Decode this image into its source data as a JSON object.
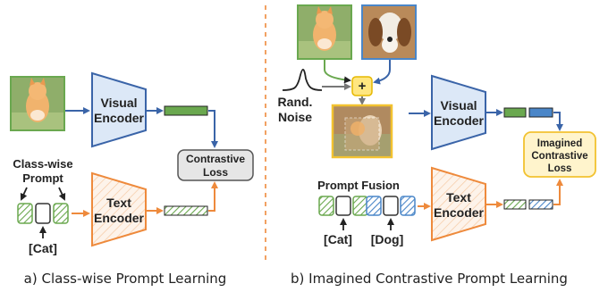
{
  "left": {
    "visual_encoder": [
      "Visual",
      "Encoder"
    ],
    "text_encoder": [
      "Text",
      "Encoder"
    ],
    "contrastive_loss": [
      "Contrastive",
      "Loss"
    ],
    "prompt_label": [
      "Class-wise",
      "Prompt"
    ],
    "class_token": "[Cat]",
    "caption": "a) Class-wise Prompt Learning"
  },
  "right": {
    "noise_label": [
      "Rand.",
      "Noise"
    ],
    "plus": "+",
    "visual_encoder": [
      "Visual",
      "Encoder"
    ],
    "text_encoder": [
      "Text",
      "Encoder"
    ],
    "loss": [
      "Imagined",
      "Contrastive",
      "Loss"
    ],
    "prompt_fusion": "Prompt Fusion",
    "class_tokens": [
      "[Cat]",
      "[Dog]"
    ],
    "caption": "b) Imagined Contrastive Prompt Learning"
  },
  "colors": {
    "visual_fill": "#dce8f7",
    "visual_stroke": "#3a64a8",
    "text_fill": "#fdf1e6",
    "text_stroke": "#ee8a3c",
    "green": "#6aa84f",
    "blue": "#4a86c8",
    "loss_fill": "#e6e6e6",
    "imagined_fill": "#fff4cc",
    "imagined_stroke": "#f2c230",
    "divider": "#ee8a3c"
  }
}
